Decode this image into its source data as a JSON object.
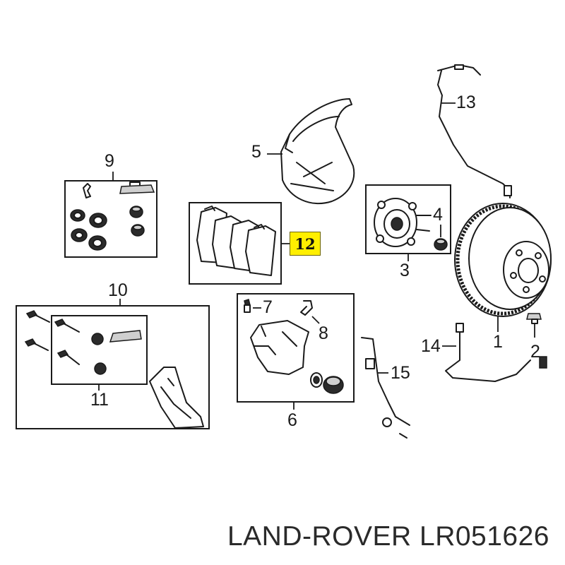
{
  "callouts": {
    "c1": "1",
    "c2": "2",
    "c3": "3",
    "c4": "4",
    "c5": "5",
    "c6": "6",
    "c7": "7",
    "c8": "8",
    "c9": "9",
    "c10": "10",
    "c11": "11",
    "c12": "12",
    "c13": "13",
    "c14": "14",
    "c15": "15"
  },
  "highlighted_callout": "12",
  "highlight_color": "#ffef00",
  "caption": "LAND-ROVER LR051626"
}
